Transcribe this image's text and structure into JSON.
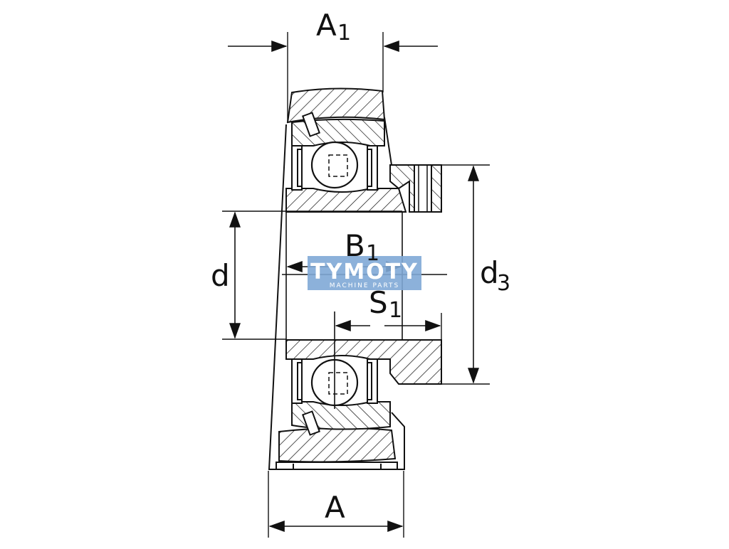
{
  "labels": {
    "A1": {
      "main": "A",
      "sub": "1"
    },
    "B1": {
      "main": "B",
      "sub": "1"
    },
    "S1": {
      "main": "S",
      "sub": "1"
    },
    "d": {
      "main": "d"
    },
    "d3": {
      "main": "d",
      "sub": "3"
    },
    "A": {
      "main": "A"
    }
  },
  "watermark": {
    "brand": "TYMOTY",
    "tagline": "MACHINE PARTS",
    "color": "#7fa8d6"
  },
  "colors": {
    "line": "#111111",
    "background": "#ffffff"
  }
}
